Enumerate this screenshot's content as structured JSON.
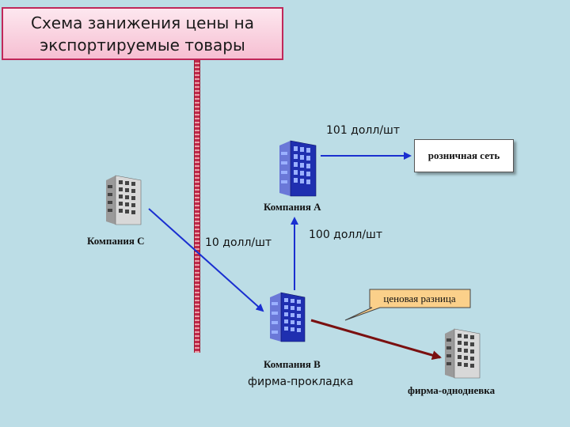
{
  "title": "Схема занижения цены на экспортируемые товары",
  "nodes": {
    "company_a": "Компания А",
    "company_b": "Компания В",
    "company_c": "Компания С",
    "retail": "розничная сеть",
    "one_day_firm": "фирма-однодневка",
    "shell_firm": "фирма-прокладка"
  },
  "prices": {
    "c_to_b": "10 долл/шт",
    "b_to_a": "100 долл/шт",
    "a_to_retail": "101 долл/шт"
  },
  "callout": "ценовая разница",
  "colors": {
    "arrow_blue": "#1a2fd0",
    "arrow_darkred": "#7a1010",
    "title_border": "#c0285a",
    "callout_fill": "#fbd08a"
  }
}
